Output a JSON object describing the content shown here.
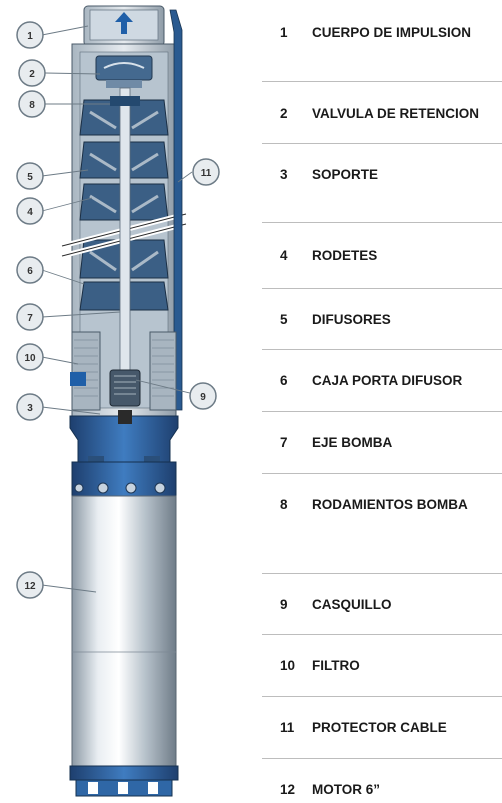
{
  "colors": {
    "pump_blue": "#2f67a6",
    "pump_dark": "#1e3f6e",
    "motor_silver": "#c9d3dc",
    "callout_fill": "#e8ecef",
    "callout_stroke": "#6d7b86"
  },
  "callouts": [
    "1",
    "2",
    "8",
    "5",
    "4",
    "6",
    "7",
    "10",
    "3",
    "11",
    "9",
    "12"
  ],
  "legend": [
    {
      "num": "1",
      "text": "CUERPO DE IMPULSION"
    },
    {
      "num": "2",
      "text": "VALVULA DE RETENCION"
    },
    {
      "num": "3",
      "text": "SOPORTE"
    },
    {
      "num": "4",
      "text": "RODETES"
    },
    {
      "num": "5",
      "text": "DIFUSORES"
    },
    {
      "num": "6",
      "text": "CAJA PORTA DIFUSOR"
    },
    {
      "num": "7",
      "text": "EJE BOMBA"
    },
    {
      "num": "8",
      "text": "RODAMIENTOS BOMBA"
    },
    {
      "num": "9",
      "text": "CASQUILLO"
    },
    {
      "num": "10",
      "text": "FILTRO"
    },
    {
      "num": "11",
      "text": "PROTECTOR CABLE"
    },
    {
      "num": "12",
      "text": "MOTOR  6”"
    }
  ]
}
